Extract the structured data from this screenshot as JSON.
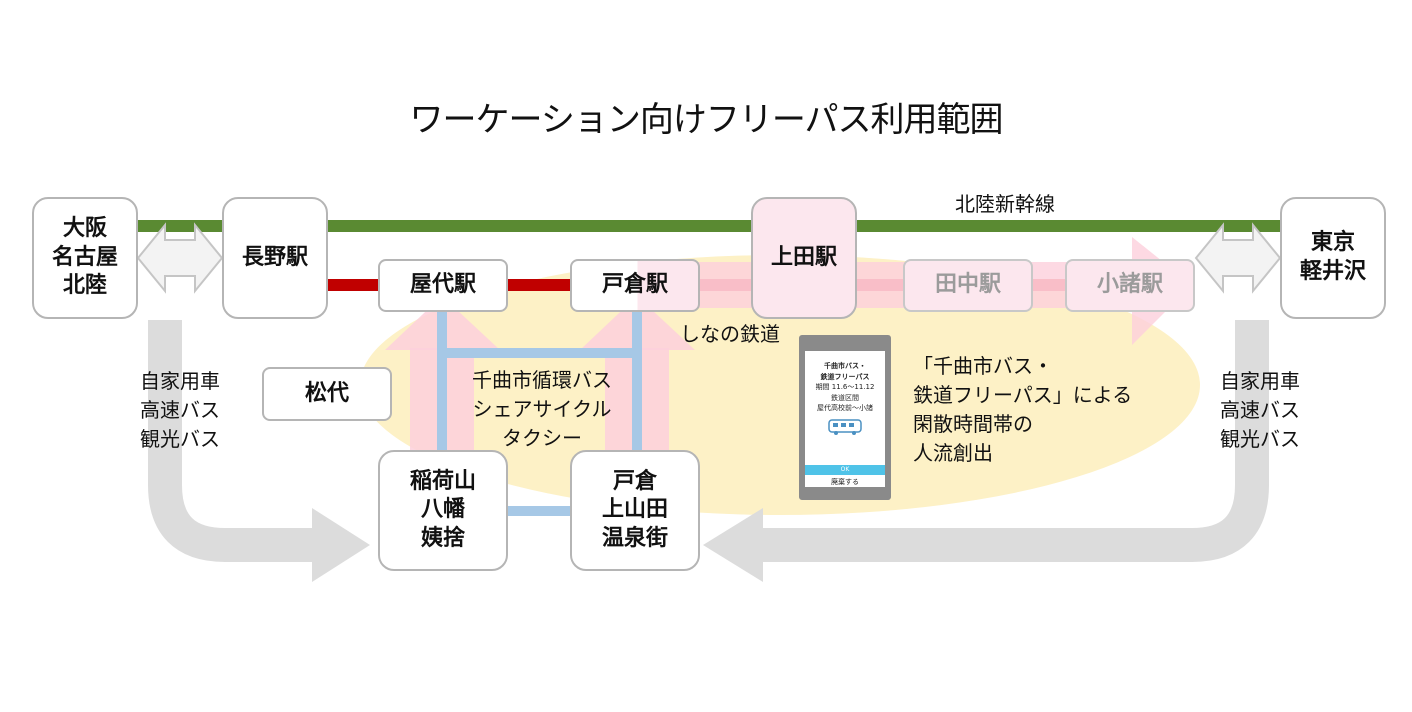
{
  "title": "ワーケーション向けフリーパス利用範囲",
  "lines": {
    "shinkansen": "北陸新幹線",
    "shinano": "しなの鉄道"
  },
  "stations": {
    "osaka": "大阪\n名古屋\n北陸",
    "nagano": "長野駅",
    "yashiro": "屋代駅",
    "togura": "戸倉駅",
    "ueda": "上田駅",
    "tanaka": "田中駅",
    "komoro": "小諸駅",
    "tokyo": "東京\n軽井沢",
    "matsushiro": "松代",
    "inariyama": "稲荷山\n八幡\n姨捨",
    "togura_onsen": "戸倉\n上山田\n温泉街"
  },
  "labels": {
    "local_transport": "千曲市循環バス\nシェアサイクル\nタクシー",
    "left_access": "自家用車\n高速バス\n観光バス",
    "right_access": "自家用車\n高速バス\n観光バス",
    "pass_description": "「千曲市バス・\n鉄道フリーパス」による\n閑散時間帯の\n人流創出"
  },
  "phone": {
    "lines": [
      "千曲市バス・",
      "鉄道フリーパス",
      "期間 11.6〜11.12",
      "鉄道区間",
      "屋代高校前〜小諸"
    ],
    "ok": "OK",
    "button": "廃棄する"
  },
  "colors": {
    "shinkansen": "#5a8a32",
    "shinano": "#c00000",
    "shinano_faded": "#e87a7a",
    "ellipse": "#fdf1c6",
    "pink_arrow": "#fdd0dc",
    "blue_link": "#a6c8e6",
    "gray_arrow": "#dcdcdc"
  }
}
